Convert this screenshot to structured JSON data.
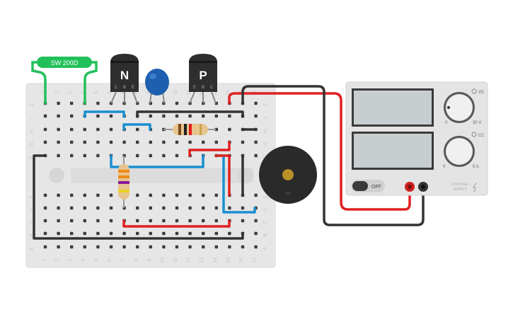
{
  "components": {
    "switch": {
      "label": "SW 200D",
      "color": "#22c05a"
    },
    "transistor_n": {
      "label": "N",
      "pins": [
        "C",
        "B",
        "E"
      ]
    },
    "transistor_p": {
      "label": "P",
      "pins": [
        "E",
        "B",
        "C"
      ]
    },
    "capacitor": {
      "color": "#1f5fb0"
    },
    "buzzer": {
      "symbol": "+"
    }
  },
  "breadboard": {
    "row_labels": [
      "J",
      "I",
      "H",
      "G",
      "F",
      "E",
      "D",
      "C",
      "B",
      "A"
    ],
    "column_labels": [
      "1",
      "2",
      "3",
      "4",
      "5",
      "6",
      "7",
      "8",
      "9",
      "10",
      "11",
      "12",
      "13",
      "14",
      "15",
      "16",
      "17"
    ]
  },
  "power_supply": {
    "vc_label": "VC",
    "cc_label": "CC",
    "v_min": "0",
    "v_max": "30 V",
    "c_min": "0",
    "c_max": "5 A",
    "power_label": "OFF",
    "brand_line1": "VOLTAGE",
    "brand_line2": "SUPPLY"
  },
  "colors": {
    "wire_red": "#e02020",
    "wire_black": "#333333",
    "wire_blue": "#1a8fd0",
    "breadboard": "#e6e6e6",
    "psu_body": "#e4e4e4",
    "psu_screen": "#c8cdd0"
  }
}
